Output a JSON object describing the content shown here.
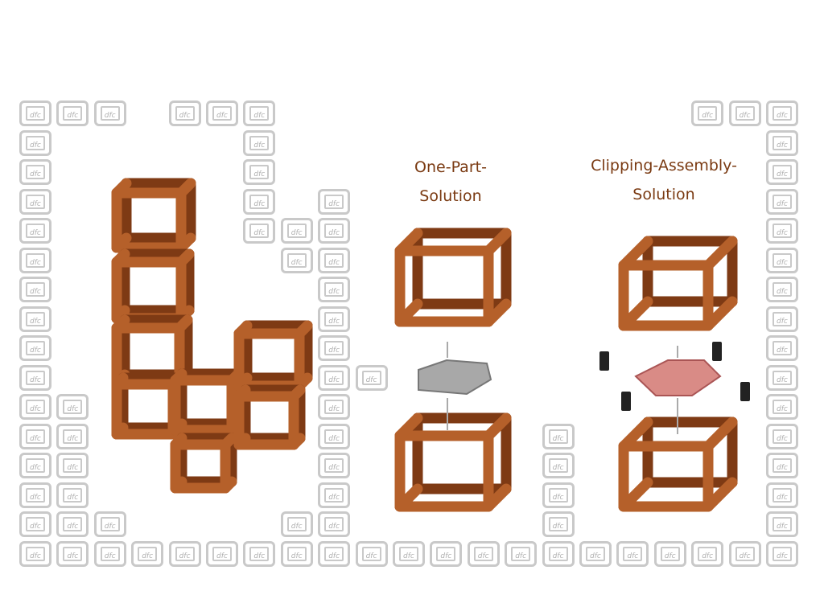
{
  "labels": {
    "one_part": [
      "One-Part-",
      "Solution"
    ],
    "clipping": [
      "Clipping-Assembly-",
      "Solution"
    ]
  },
  "tile_glyph": "dfc",
  "colors": {
    "cube": "#b5602a",
    "cube_dark": "#7e3a14",
    "tile": "#c9c9c9",
    "clip": "#d98b86",
    "connector": "#9a9a9a",
    "text": "#7a3a12"
  }
}
